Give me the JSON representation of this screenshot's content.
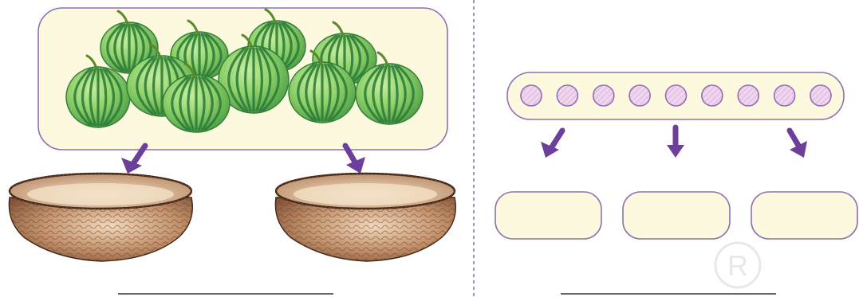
{
  "left_panel": {
    "group_box": {
      "fill": "#fdf9df",
      "stroke": "#8f6fb4",
      "item_icon": "watermelon",
      "item_count": 10
    },
    "arrows": {
      "color": "#6b3f9a",
      "count": 2
    },
    "baskets": {
      "count": 2,
      "color": "#9b6a47"
    },
    "answer_line": ""
  },
  "divider": {
    "style": "dashed",
    "color": "#5a58b0"
  },
  "right_panel": {
    "bead_bar": {
      "fill": "#fdf9df",
      "stroke": "#8f6fb4",
      "bead_count": 9,
      "bead_color": "#e9c8e8"
    },
    "arrows": {
      "color": "#6b3f9a",
      "count": 3
    },
    "answer_boxes": [
      {
        "value": ""
      },
      {
        "value": ""
      },
      {
        "value": ""
      }
    ],
    "answer_line": ""
  },
  "watermark": {
    "symbol": "registered-mark"
  }
}
